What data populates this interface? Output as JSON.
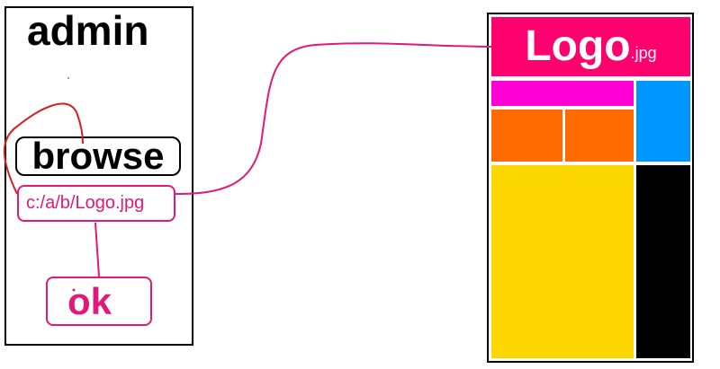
{
  "admin": {
    "title": "admin",
    "browse_label": "browse",
    "file_path": "c:/a/b/Logo.jpg",
    "ok_label": "ok"
  },
  "preview": {
    "logo_name": "Logo",
    "logo_extension": ".jpg"
  },
  "colors": {
    "logo_block": "#ff006e",
    "magenta_bar": "#ff00d4",
    "cyan_block": "#0096ff",
    "orange_blocks": "#ff6b00",
    "yellow_block": "#ffd700",
    "black_block": "#000000",
    "connector_pink": "#e0197a",
    "connector_red": "#d62020"
  }
}
